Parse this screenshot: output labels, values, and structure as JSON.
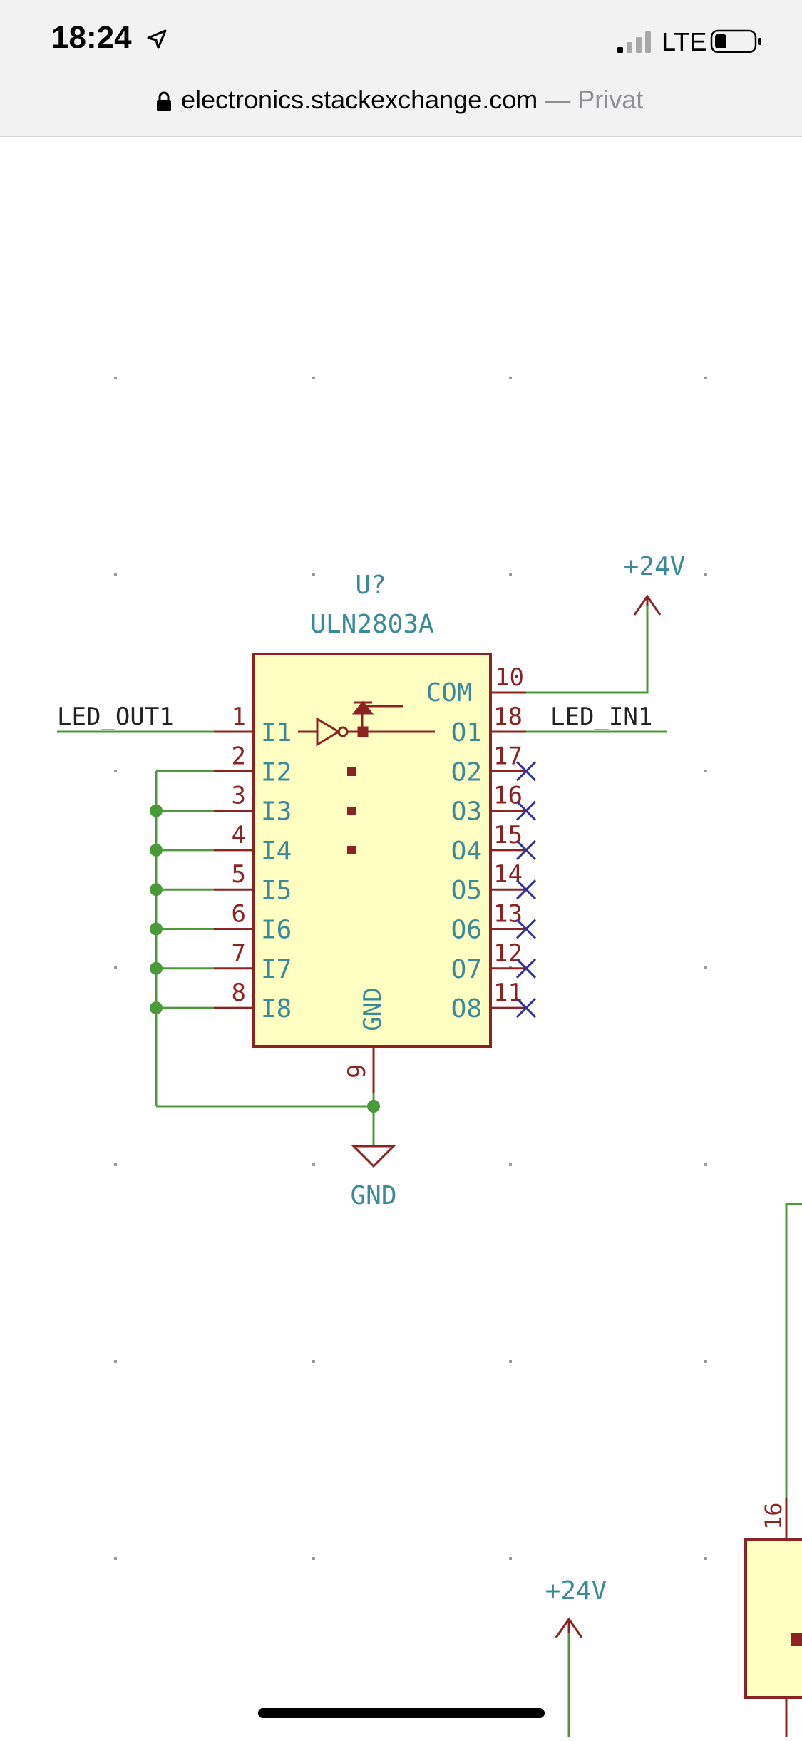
{
  "status_bar": {
    "time": "18:24",
    "network": "LTE",
    "location_icon": "location-arrow-icon",
    "signal_icon": "cellular-signal-icon",
    "battery_icon": "battery-icon"
  },
  "url_bar": {
    "url": "electronics.stackexchange.com",
    "separator": "—",
    "mode": "Privat",
    "lock_icon": "lock-icon"
  },
  "schematic": {
    "colors": {
      "wire": "#4a9a3a",
      "pin": "#8b2323",
      "body_fill": "#ffffc2",
      "body_stroke": "#8b2323",
      "label": "#3a8a9a",
      "no_connect": "#3030a0"
    },
    "component": {
      "reference": "U?",
      "value": "ULN2803A",
      "com_label": "COM",
      "gnd_label": "GND",
      "inputs": [
        {
          "name": "I1",
          "pin": "1"
        },
        {
          "name": "I2",
          "pin": "2"
        },
        {
          "name": "I3",
          "pin": "3"
        },
        {
          "name": "I4",
          "pin": "4"
        },
        {
          "name": "I5",
          "pin": "5"
        },
        {
          "name": "I6",
          "pin": "6"
        },
        {
          "name": "I7",
          "pin": "7"
        },
        {
          "name": "I8",
          "pin": "8"
        }
      ],
      "outputs": [
        {
          "name": "O1",
          "pin": "18"
        },
        {
          "name": "O2",
          "pin": "17"
        },
        {
          "name": "O3",
          "pin": "16"
        },
        {
          "name": "O4",
          "pin": "15"
        },
        {
          "name": "O5",
          "pin": "14"
        },
        {
          "name": "O6",
          "pin": "13"
        },
        {
          "name": "O7",
          "pin": "12"
        },
        {
          "name": "O8",
          "pin": "11"
        }
      ],
      "com_pin": "10",
      "gnd_pin": "9"
    },
    "net_labels": {
      "input": "LED_OUT1",
      "output": "LED_IN1"
    },
    "power": {
      "top": "+24V",
      "gnd": "GND",
      "bottom": "+24V"
    },
    "partial_component_pin": "16"
  }
}
